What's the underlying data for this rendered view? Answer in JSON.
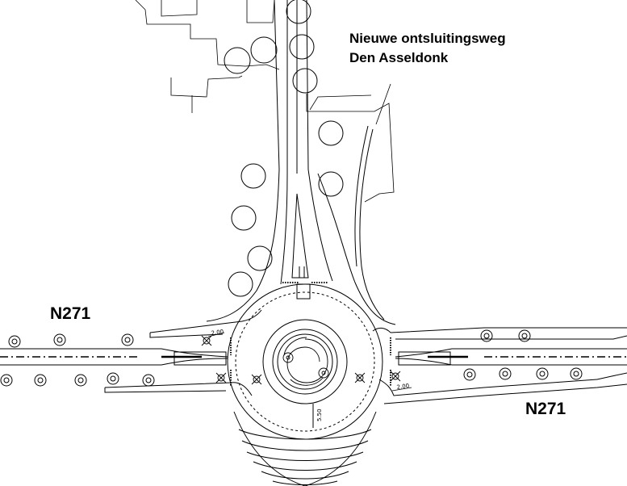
{
  "title": {
    "line1": "Nieuwe ontsluitingsweg",
    "line2": "Den Asseldonk"
  },
  "road_labels": {
    "west": "N271",
    "east": "N271"
  },
  "dimensions": {
    "dim_west": "2.00",
    "dim_east": "2.00",
    "dim_south": "5.50"
  },
  "colors": {
    "line": "#000000",
    "background": "#ffffff"
  },
  "icons": {
    "tree": "tree-circle-symbol",
    "streetlight": "streetlight-cross-symbol",
    "roundabout_art": "spiral-centre-symbol"
  }
}
